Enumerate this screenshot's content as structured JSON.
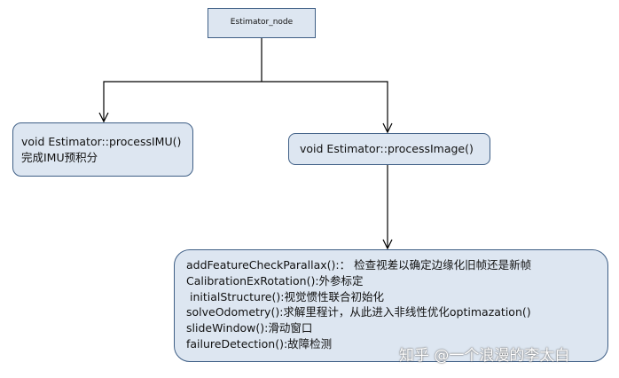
{
  "diagram": {
    "root": {
      "label": "Estimator_node"
    },
    "imu_node": {
      "lines": [
        "void Estimator::processIMU()",
        "完成IMU预积分"
      ]
    },
    "image_node": {
      "label": "void Estimator::processImage()"
    },
    "steps_node": {
      "lines": [
        "addFeatureCheckParallax():： 检查视差以确定边缘化旧帧还是新帧",
        "CalibrationExRotation():外参标定",
        " initialStructure():视觉惯性联合初始化",
        "solveOdometry():求解里程计，从此进入非线性优化optimazation()",
        "slideWindow():滑动窗口",
        "failureDetection():故障检测"
      ]
    }
  },
  "watermark": {
    "text": "知乎 @一个浪漫的李太白"
  },
  "colors": {
    "node_fill": "#dde6f1",
    "node_border": "#3f5f86",
    "arrow": "#000000"
  }
}
